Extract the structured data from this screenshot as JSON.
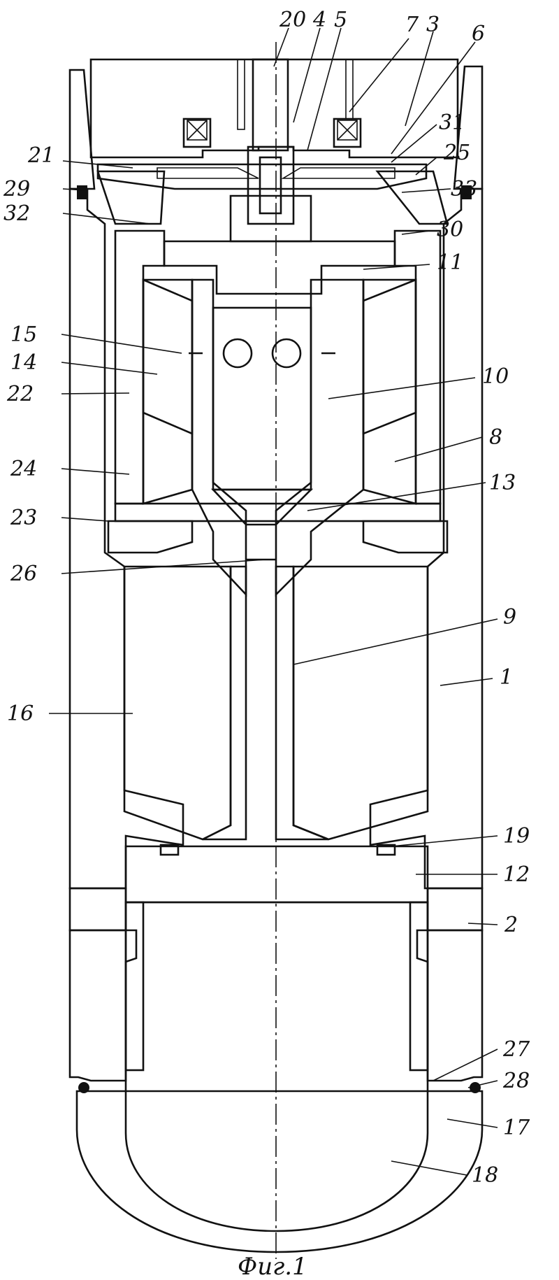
{
  "figure": {
    "caption": "Фиг.1",
    "labels": {
      "l1": "1",
      "l2": "2",
      "l3": "3",
      "l4": "4",
      "l5": "5",
      "l6": "6",
      "l7": "7",
      "l8": "8",
      "l9": "9",
      "l10": "10",
      "l11": "11",
      "l12": "12",
      "l13": "13",
      "l14": "14",
      "l15": "15",
      "l16": "16",
      "l17": "17",
      "l18": "18",
      "l19": "19",
      "l20": "20",
      "l21": "21",
      "l22": "22",
      "l23": "23",
      "l24": "24",
      "l25": "25",
      "l26": "26",
      "l27": "27",
      "l28": "28",
      "l29": "29",
      "l30": "30",
      "l31": "31",
      "l32": "32",
      "l33": "33"
    }
  }
}
